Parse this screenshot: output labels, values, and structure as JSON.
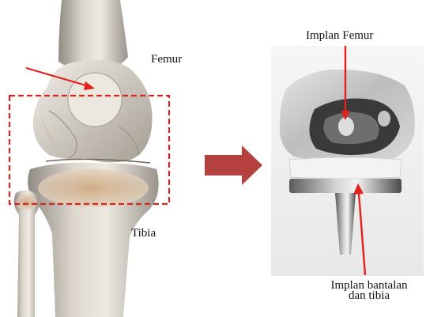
{
  "labels": {
    "femur": "Femur",
    "tibia": "Tibia",
    "implant_femur": "Implan Femur",
    "implant_bearing_line1": "Implan bantalan",
    "implant_bearing_line2": "dan tibia"
  },
  "colors": {
    "pointer_red": "#e0211d",
    "dashed_box": "#d9231e",
    "arrow_fill": "#b5413f",
    "bone_light": "#e7e2da",
    "bone_shadow": "#8f8a82",
    "metal_dark": "#3a3a3a",
    "metal_light": "#d9d9d9",
    "background_panel": "#f2f2f2"
  },
  "icons": {
    "transition_arrow": "right-arrow-icon"
  }
}
